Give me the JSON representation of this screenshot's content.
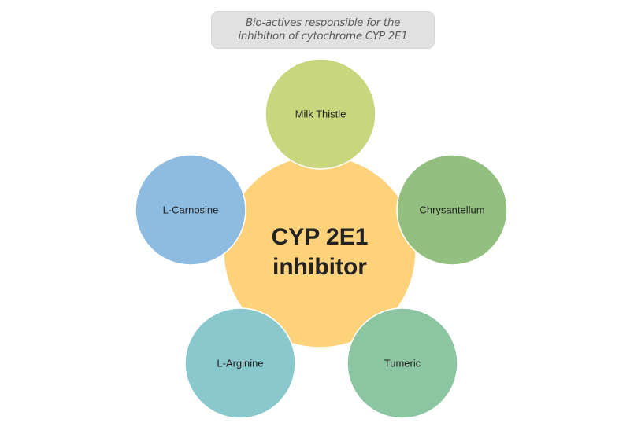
{
  "title": {
    "line1": "Bio-actives responsible for the",
    "line2": "inhibition of cytochrome CYP 2E1"
  },
  "center": {
    "line1": "CYP 2E1",
    "line2": "inhibitor",
    "color": "#fed27b"
  },
  "nodes": [
    {
      "label": "Milk Thistle",
      "color": "#c8d67d"
    },
    {
      "label": "Chrysantellum",
      "color": "#93c080"
    },
    {
      "label": "Tumeric",
      "color": "#8cc5a1"
    },
    {
      "label": "L-Arginine",
      "color": "#89c8cd"
    },
    {
      "label": "L-Carnosine",
      "color": "#8ebce1"
    }
  ]
}
